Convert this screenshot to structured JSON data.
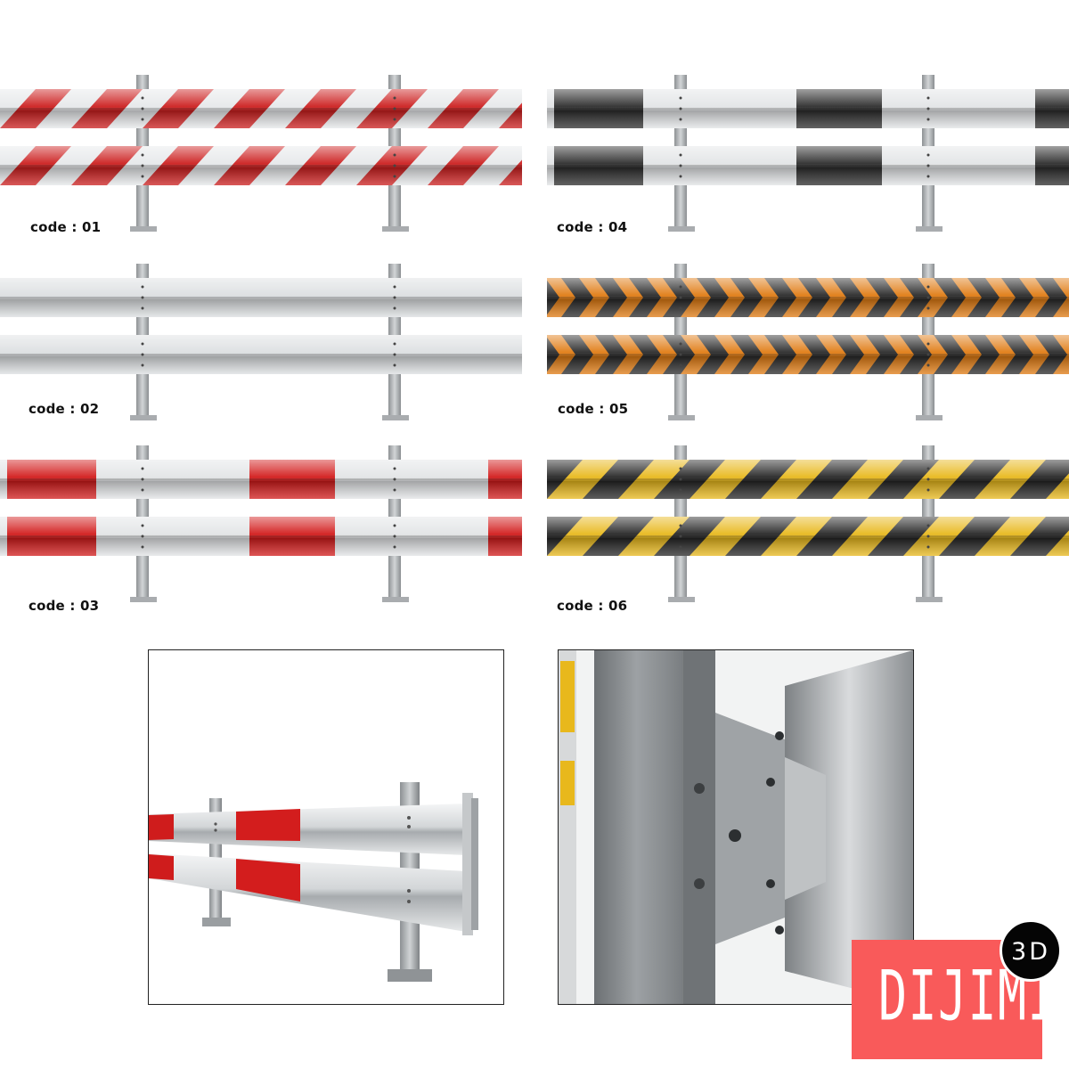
{
  "variants": [
    {
      "code": "code : 01",
      "pattern": "diagonal",
      "stripe": "#cc1f1f",
      "base": "#e6e8ea"
    },
    {
      "code": "code : 02",
      "pattern": "plain",
      "stripe": "#c8cacc",
      "base": "#dcdfe1"
    },
    {
      "code": "code : 03",
      "pattern": "bands",
      "stripe": "#d21b1b",
      "base": "#e2e4e6"
    },
    {
      "code": "code : 04",
      "pattern": "bands",
      "stripe": "#2d2d2d",
      "base": "#e2e4e6"
    },
    {
      "code": "code : 05",
      "pattern": "chevron",
      "stripe": "#e07b12",
      "base": "#2a2a2a"
    },
    {
      "code": "code : 06",
      "pattern": "diagonal",
      "stripe": "#e8b81c",
      "base": "#262626"
    }
  ],
  "logo": {
    "text": "DIJIMIM",
    "badge": "3D",
    "color": "#f95a5a"
  },
  "colors": {
    "post": "#b9bcbf",
    "post_dark": "#8e9194",
    "rail_shadow": "#9ea2a5"
  }
}
